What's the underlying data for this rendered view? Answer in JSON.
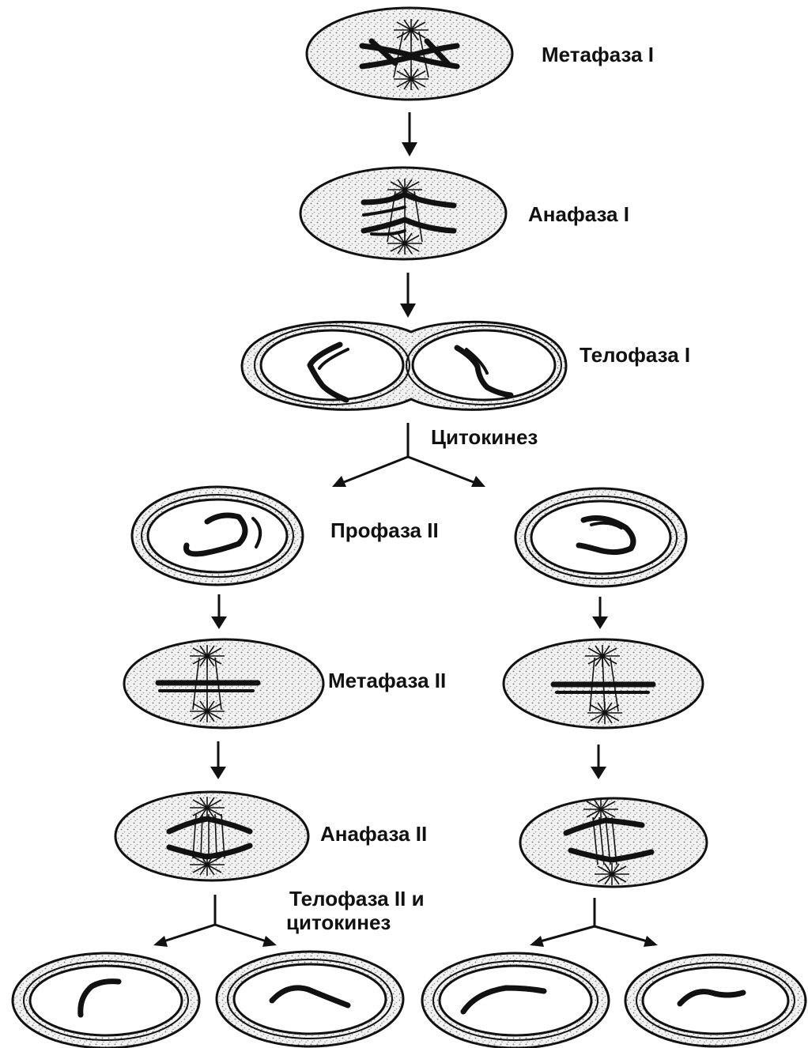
{
  "labels": {
    "metaphase1": "Метафаза I",
    "anaphase1": "Анафаза I",
    "telophase1": "Телофаза I",
    "cytokinesis": "Цитокинез",
    "prophase2": "Профаза II",
    "metaphase2": "Метафаза II",
    "anaphase2": "Анафаза II",
    "telophase2_line1": "Телофаза II и",
    "telophase2_line2": "цитокинез"
  },
  "icons": [
    "cell-icon",
    "chromosome-icon",
    "spindle-icon",
    "arrow-down-icon",
    "split-arrow-icon"
  ]
}
